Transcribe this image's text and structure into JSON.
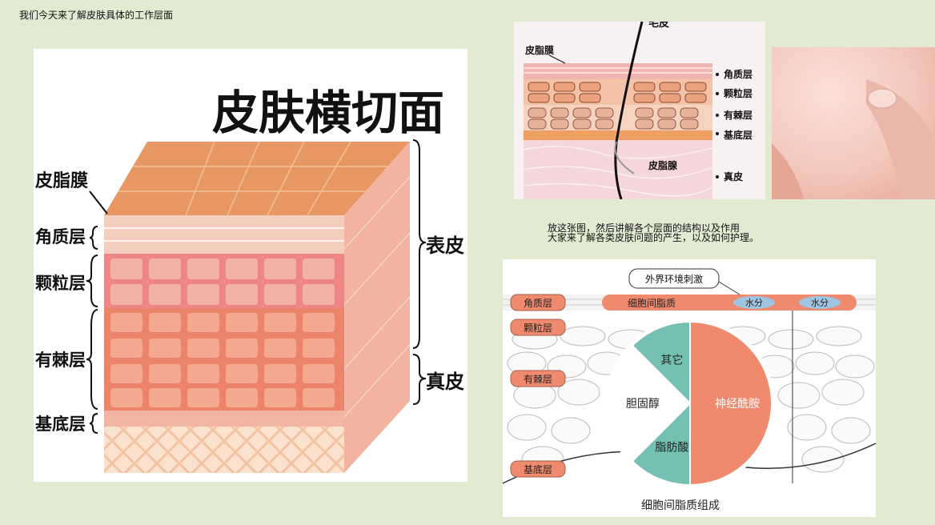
{
  "page": {
    "intro": "我们今天来了解皮肤具体的工作层面"
  },
  "cross_section": {
    "title": "皮肤横切面",
    "labels": {
      "sebum": "皮脂膜",
      "stratum_corneum": "角质层",
      "granular": "颗粒层",
      "spinous": "有棘层",
      "basal": "基底层"
    },
    "brackets": {
      "epidermis": "表皮",
      "dermis": "真皮"
    },
    "colors": {
      "top": "#e89763",
      "corneum": "#f3cdbd",
      "granular": "#ee8686",
      "spinous": "#eb846a",
      "basal": "#f1b6a3"
    }
  },
  "layer_diagram": {
    "top_label": "毛皮",
    "labels": {
      "sebum": "皮脂膜",
      "corneum": "角质层",
      "granular": "颗粒层",
      "spinous": "有棘层",
      "basal": "基底层",
      "gland": "皮脂腺",
      "dermis": "真皮"
    }
  },
  "notes": {
    "line1": "放这张图，然后讲解各个层面的结构以及作用",
    "line2": "大家来了解各类皮肤问题的产生，以及如何护理。"
  },
  "lipid_diagram": {
    "callout": "外界环境刺激",
    "band_label": "细胞间脂质",
    "water1": "水分",
    "water2": "水分",
    "layers": {
      "corneum": "角质层",
      "granular": "颗粒层",
      "spinous": "有棘层",
      "basal": "基底层"
    },
    "caption": "细胞间脂质组成",
    "chart_data": {
      "type": "pie",
      "title": "",
      "slices": [
        {
          "label": "神经酰胺",
          "value": 50,
          "color": "#ef8a6e"
        },
        {
          "label": "脂肪酸",
          "value": 12.5,
          "color": "#74c0b2"
        },
        {
          "label": "胆固醇",
          "value": 25,
          "color": "#ffffff"
        },
        {
          "label": "其它",
          "value": 12.5,
          "color": "#74c0b2"
        }
      ]
    }
  }
}
